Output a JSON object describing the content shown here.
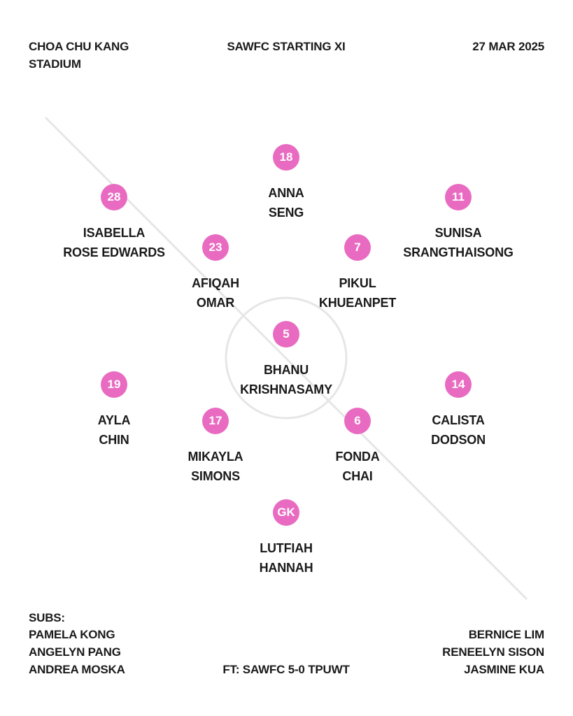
{
  "header": {
    "venue_line1": "CHOA CHU KANG",
    "venue_line2": "STADIUM",
    "title": "SAWFC STARTING XI",
    "date": "27 MAR 2025"
  },
  "colors": {
    "accent": "#e96bc1",
    "text": "#1a1a1a",
    "pitch_lines": "#e6e6e6"
  },
  "players": [
    {
      "number": "18",
      "line1": "ANNA",
      "line2": "SENG"
    },
    {
      "number": "28",
      "line1": "ISABELLA",
      "line2": "ROSE EDWARDS"
    },
    {
      "number": "11",
      "line1": "SUNISA",
      "line2": "SRANGTHAISONG"
    },
    {
      "number": "23",
      "line1": "AFIQAH",
      "line2": "OMAR"
    },
    {
      "number": "7",
      "line1": "PIKUL",
      "line2": "KHUEANPET"
    },
    {
      "number": "5",
      "line1": "BHANU",
      "line2": "KRISHNASAMY"
    },
    {
      "number": "19",
      "line1": "AYLA",
      "line2": "CHIN"
    },
    {
      "number": "14",
      "line1": "CALISTA",
      "line2": "DODSON"
    },
    {
      "number": "17",
      "line1": "MIKAYLA",
      "line2": "SIMONS"
    },
    {
      "number": "6",
      "line1": "FONDA",
      "line2": "CHAI"
    },
    {
      "number": "GK",
      "line1": "LUTFIAH",
      "line2": "HANNAH"
    }
  ],
  "subs": {
    "label": "SUBS:",
    "left": [
      "PAMELA KONG",
      "ANGELYN PANG",
      "ANDREA MOSKA"
    ],
    "right": [
      "BERNICE LIM",
      "RENEELYN SISON",
      "JASMINE KUA"
    ]
  },
  "result": "FT: SAWFC 5-0 TPUWT"
}
